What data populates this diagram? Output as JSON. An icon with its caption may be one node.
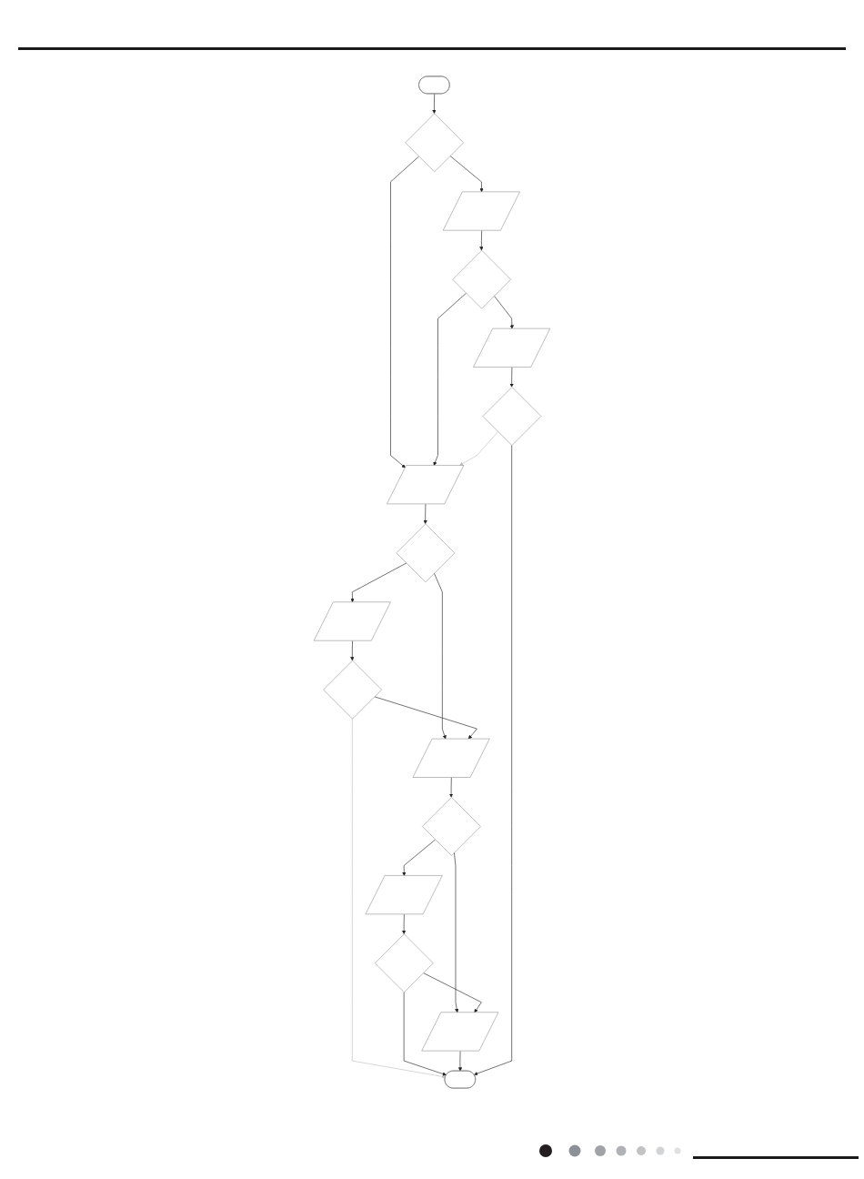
{
  "diagram": {
    "nodes": [
      {
        "text": [],
        "shape": "oval"
      },
      {
        "text": [],
        "shape": "diamond"
      },
      {
        "text": [],
        "shape": "parallelogram"
      },
      {
        "text": [],
        "shape": "parallelogram"
      },
      {
        "text": [],
        "shape": "diamond"
      },
      {
        "text": [],
        "shape": "parallelogram"
      },
      {
        "text": [],
        "shape": "diamond"
      },
      {
        "text": [],
        "shape": "parallelogram"
      },
      {
        "text": [],
        "shape": "diamond"
      },
      {
        "text": [],
        "shape": "parallelogram"
      },
      {
        "text": [],
        "shape": "diamond"
      },
      {
        "text": [],
        "shape": "diamond"
      },
      {
        "text": [],
        "shape": "parallelogram"
      },
      {
        "text": [],
        "shape": "parallelogram"
      },
      {
        "text": [],
        "shape": "diamond"
      },
      {
        "text": [],
        "shape": "oval"
      }
    ],
    "edges": [
      {
        "from": 0,
        "to": 1,
        "arrow": "to"
      },
      {
        "from": 1,
        "to": 3,
        "arrow": "to"
      },
      {
        "from": 1,
        "to": 2,
        "arrow": "to"
      },
      {
        "from": 2,
        "to": 4,
        "arrow": "to"
      },
      {
        "from": 4,
        "to": 3,
        "arrow": "to"
      },
      {
        "from": 4,
        "to": 7,
        "arrow": "to"
      },
      {
        "from": 7,
        "to": 10,
        "arrow": "to"
      },
      {
        "from": 10,
        "to": 3,
        "arrow": "to",
        "color": "#c0c0c0"
      },
      {
        "from": 3,
        "to": 6,
        "arrow": "to"
      },
      {
        "from": 6,
        "to": 5,
        "arrow": "to"
      },
      {
        "from": 6,
        "to": 9,
        "arrow": "to"
      },
      {
        "from": 5,
        "to": 8,
        "arrow": "to"
      },
      {
        "from": 8,
        "to": 9,
        "arrow": "to"
      },
      {
        "from": 8,
        "to": 15,
        "arrow": "to",
        "color": "#c0c0c0"
      },
      {
        "from": 9,
        "to": 11,
        "arrow": "to"
      },
      {
        "from": 11,
        "to": 12,
        "arrow": "to"
      },
      {
        "from": 11,
        "to": 13,
        "arrow": "to"
      },
      {
        "from": 12,
        "to": 14,
        "arrow": "to"
      },
      {
        "from": 14,
        "to": 13,
        "arrow": "to"
      },
      {
        "from": 14,
        "to": 15,
        "arrow": "to"
      },
      {
        "from": 13,
        "to": 15,
        "arrow": "to"
      },
      {
        "from": 10,
        "to": 15,
        "arrow": "to"
      }
    ]
  }
}
